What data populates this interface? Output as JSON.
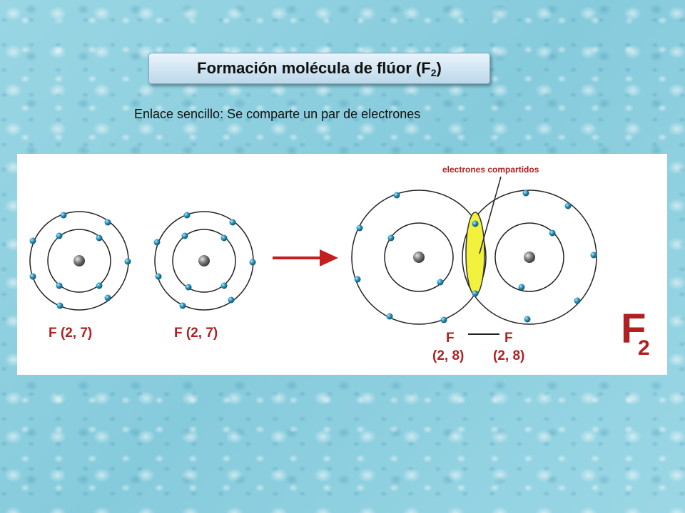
{
  "title": {
    "main": "Formación molécula de flúor (F",
    "sub": "2",
    "close": ")"
  },
  "subtitle": "Enlace sencillo: Se comparte un par de electrones",
  "diagram": {
    "atom1_label": "F (2, 7)",
    "atom2_label": "F (2, 7)",
    "shared_label": "electrones compartidos",
    "bond_left": "F",
    "bond_right": "F",
    "config_left": "(2, 8)",
    "config_right": "(2, 8)",
    "formula_main": "F",
    "formula_sub": "2"
  },
  "colors": {
    "electron": "#1a7fa8",
    "nucleus": "#6a6a6a",
    "arrow": "#c41e1e",
    "shared_region": "#f2f23c",
    "label_text": "#b02020"
  }
}
